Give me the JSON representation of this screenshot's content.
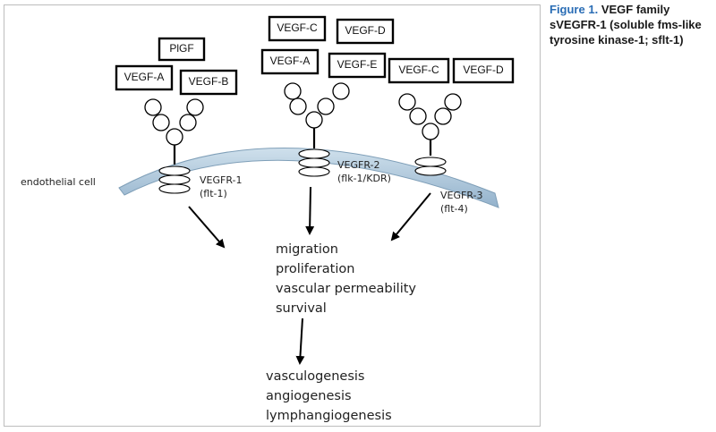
{
  "caption": {
    "label": "Figure 1.",
    "title": "VEGF family sVEGFR-1 (soluble fms-like tyrosine kinase-1; sflt-1)"
  },
  "ligands": {
    "plgf": "PlGF",
    "vegf_a_1": "VEGF-A",
    "vegf_b": "VEGF-B",
    "vegf_c_1": "VEGF-C",
    "vegf_d_1": "VEGF-D",
    "vegf_a_2": "VEGF-A",
    "vegf_e": "VEGF-E",
    "vegf_c_2": "VEGF-C",
    "vegf_d_2": "VEGF-D"
  },
  "cell_label": "endothelial cell",
  "receptors": {
    "r1_name": "VEGFR-1",
    "r1_alias": "(flt-1)",
    "r2_name": "VEGFR-2",
    "r2_alias": "(flk-1/KDR)",
    "r3_name": "VEGFR-3",
    "r3_alias": "(flt-4)"
  },
  "effects": [
    "migration",
    "proliferation",
    "vascular permeability",
    "survival"
  ],
  "outcomes": [
    "vasculogenesis",
    "angiogenesis",
    "lymphangiogenesis"
  ],
  "colors": {
    "membrane": "#a8c4da",
    "membrane_edge": "#7f9fb8",
    "caption_accent": "#2a6db5"
  }
}
